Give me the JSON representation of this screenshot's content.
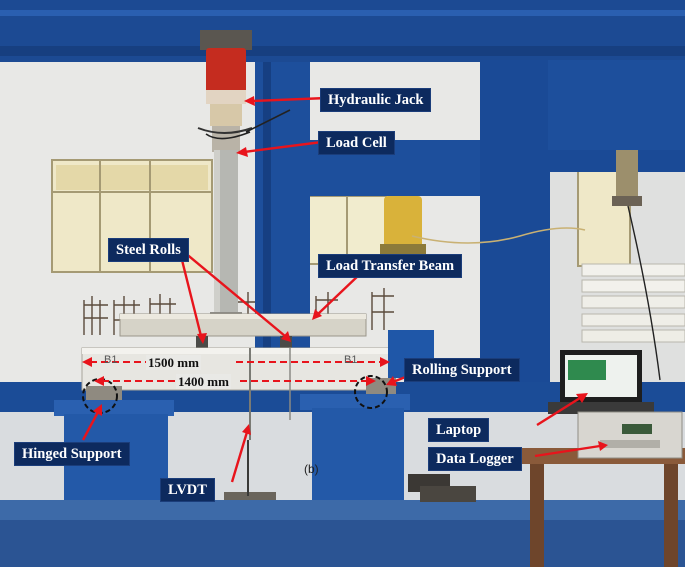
{
  "colors": {
    "label_bg": "#0d2a5e",
    "label_text": "#ffffff",
    "arrow": "#e8141c",
    "dim_arrow": "#e8141c",
    "frame_blue": "#1d4f9c",
    "support_circle": "#111111"
  },
  "labels": {
    "hydraulic_jack": "Hydraulic Jack",
    "load_cell": "Load Cell",
    "steel_rolls": "Steel Rolls",
    "load_transfer_beam": "Load Transfer Beam",
    "rolling_support": "Rolling Support",
    "hinged_support": "Hinged Support",
    "lvdt": "LVDT",
    "laptop": "Laptop",
    "data_logger": "Data Logger"
  },
  "dimensions": {
    "span_outer": "1500 mm",
    "span_inner": "1400 mm"
  },
  "specimen_marks": {
    "left": "B1",
    "right": "B1"
  },
  "figure_tag": "(b)"
}
